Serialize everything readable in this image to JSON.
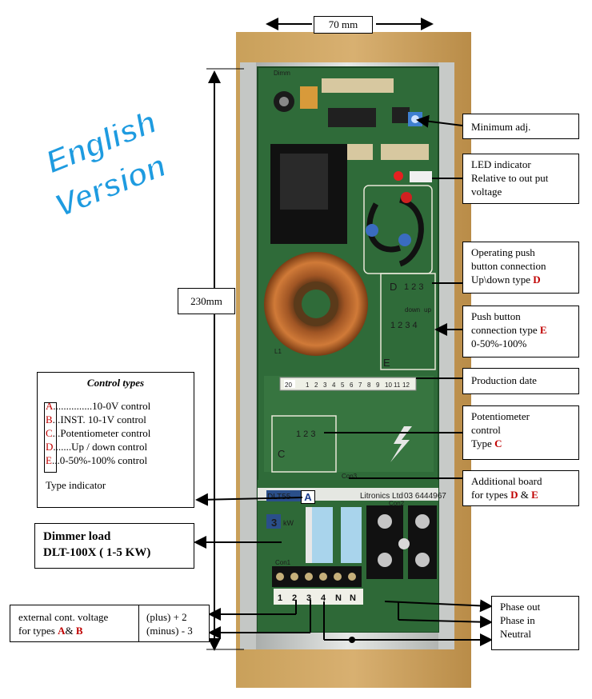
{
  "title": {
    "line1": "English",
    "line2": "Version"
  },
  "dimensions": {
    "width_label": "70 mm",
    "height_label": "230mm"
  },
  "callouts": {
    "minimum_adj": "Minimum adj.",
    "led": [
      "LED indicator",
      "Relative to out put",
      "voltage"
    ],
    "operating": {
      "line1": "Operating push",
      "line2": "button connection",
      "line3": "Up\\down  type ",
      "type": "D"
    },
    "push_button": {
      "line1": "Push button",
      "line2": "connection type ",
      "type": "E",
      "line3": "0-50%-100%"
    },
    "production_date": "Production date",
    "potentiometer": {
      "line1": "Potentiometer",
      "line2": "control",
      "line3": "Type ",
      "type": "C"
    },
    "additional": {
      "line1": "Additional board",
      "line2": "for types ",
      "type1": "D",
      "amp": " & ",
      "type2": "E"
    },
    "phase": [
      "Phase out",
      "Phase in",
      "Neutral"
    ]
  },
  "control_types": {
    "title": "Control types",
    "items": [
      {
        "letter": "A",
        "text": "...............10-0V control"
      },
      {
        "letter": "B",
        "text": "...INST.  10-1V control"
      },
      {
        "letter": "C",
        "text": "...Potentiometer control"
      },
      {
        "letter": "D",
        "text": ".......Up / down control"
      },
      {
        "letter": "E",
        "text": "...0-50%-100% control"
      }
    ],
    "indicator": "Type indicator"
  },
  "dimmer_load": {
    "line1": "Dimmer load",
    "line2": "DLT-100X  ( 1-5 KW)"
  },
  "external": {
    "line1": "external cont. voltage",
    "line2": "for types ",
    "typeA": "A",
    "amp": "& ",
    "typeB": "B",
    "plus": "(plus)  + 2",
    "minus": "(minus)  - 3"
  },
  "board": {
    "model": "DLT55",
    "type_letter": "A",
    "kw_digit": "3",
    "kw": "kW",
    "maker": "Litronics Ltd",
    "phone": "03 6444967",
    "dimmer_text": "Dimm",
    "d_label": "D",
    "d_nums": "1  2  3",
    "down": "down",
    "up": "up",
    "e_label": "E",
    "e_nums": "1  2  3  4",
    "c_label": "C",
    "c_nums": "1  2  3",
    "prod_start": "20",
    "prod_nums": [
      "1",
      "2",
      "3",
      "4",
      "5",
      "6",
      "7",
      "8",
      "9",
      "10",
      "11",
      "12"
    ],
    "con1": "Con1",
    "con2": "Con2",
    "con3": "Con3",
    "l1": "L1",
    "terminals": [
      "1",
      "2",
      "3",
      "4",
      "N",
      "N"
    ]
  }
}
